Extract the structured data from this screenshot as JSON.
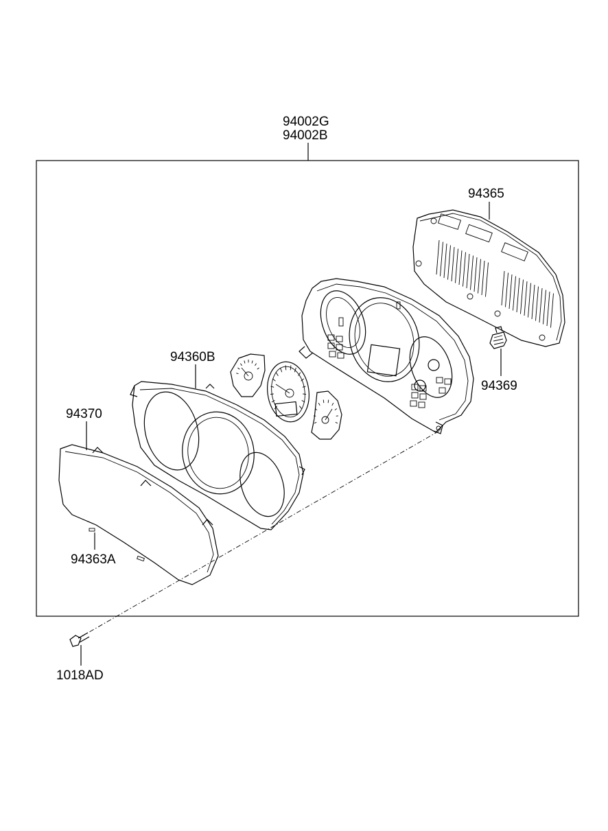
{
  "diagram": {
    "type": "exploded-parts-diagram",
    "assembly_labels": [
      "94002G",
      "94002B"
    ],
    "part_labels": {
      "p94365": "94365",
      "p94369": "94369",
      "p94360B": "94360B",
      "p94370": "94370",
      "p94363A": "94363A",
      "p1018AD": "1018AD"
    }
  }
}
